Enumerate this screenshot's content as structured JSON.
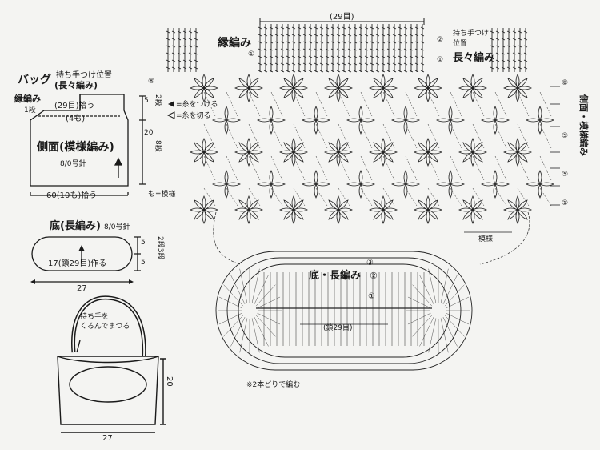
{
  "bag_plan": {
    "title": "バッグ",
    "handle_position_l1": "持ち手つけ位置",
    "handle_position_l2": "(長々編み)",
    "edge_label": "縁編み",
    "edge_rows": "1段",
    "pickup_top": "(29目)拾う",
    "top_pattern_count": "(4も)",
    "side_title": "側面(模様編み)",
    "hook": "8/0号針",
    "width_pickup": "60(10も)拾う",
    "rows_two": "2段",
    "rows_eight": "8段",
    "num_five": "5",
    "num_twenty": "20",
    "pattern_note": "も=模様"
  },
  "legend": {
    "attach_yarn": "=糸をつける",
    "cut_yarn": "=糸を切る"
  },
  "bottom_plan": {
    "title": "底(長編み)",
    "hook": "8/0号針",
    "foundation": "17(鎖29目)作る",
    "rows_label": "2段3段",
    "num_five_a": "5",
    "num_five_b": "5",
    "width": "27"
  },
  "finished_bag": {
    "handle_note_l1": "持ち手を",
    "handle_note_l2": "くるんでまつる",
    "height": "20",
    "width": "27"
  },
  "chart": {
    "top_count": "(29目)",
    "edge_label": "縁編み",
    "handle_l1": "持ち手つけ",
    "handle_l2": "位置",
    "handle_stitch": "長々編み",
    "row_marks": [
      "①",
      "②",
      "①",
      "⑧",
      "⑧",
      "⑤",
      "⑤",
      "①"
    ],
    "side_title": "側面・模様編み",
    "repeat_label": "模様",
    "bottom_title": "底・長編み",
    "bottom_row_two": "②",
    "bottom_row_three": "③",
    "bottom_row_one": "①",
    "bottom_foundation": "(鎖29目)",
    "double_strand_note": "※2本どりで編む"
  }
}
